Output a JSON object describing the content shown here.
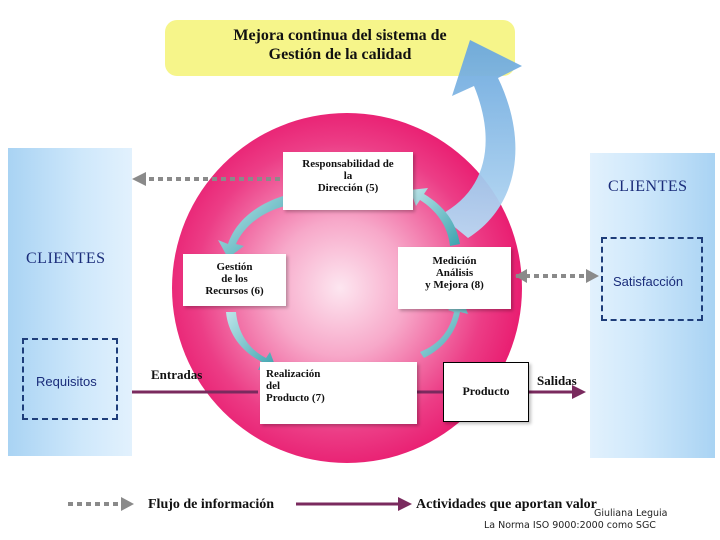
{
  "banner": {
    "line1": "Mejora continua del sistema de",
    "line2": "Gestión de la calidad"
  },
  "clients": {
    "left": "CLIENTES",
    "right": "CLIENTES",
    "requirements": "Requisitos",
    "satisfaction": "Satisfacción"
  },
  "processes": {
    "responsibility": [
      "Responsabilidad de",
      "la",
      "Dirección (5)"
    ],
    "resources": [
      "Gestión",
      "de los",
      "Recursos (6)"
    ],
    "measurement": [
      "Medición",
      "Análisis",
      "y Mejora (8)"
    ],
    "realization": [
      "Realización",
      "del",
      "Producto (7)"
    ],
    "product": "Producto"
  },
  "flow": {
    "inputs": "Entradas",
    "outputs": "Salidas"
  },
  "legend": {
    "info_flow": "Flujo de información",
    "value_activities": "Actividades que aportan valor"
  },
  "author": {
    "name": "Giuliana Leguia",
    "work": "La Norma ISO 9000:2000 como SGC"
  },
  "colors": {
    "banner": "#f6f58a",
    "client_column": "#cfe8fb",
    "sphere": "#e8156b",
    "value_arrow": "#7a2a5e",
    "info_arrow": "#8a8a8a",
    "cycle_arrow": "#5fb6c0",
    "improvement_arrow": "#8fc0e8"
  }
}
